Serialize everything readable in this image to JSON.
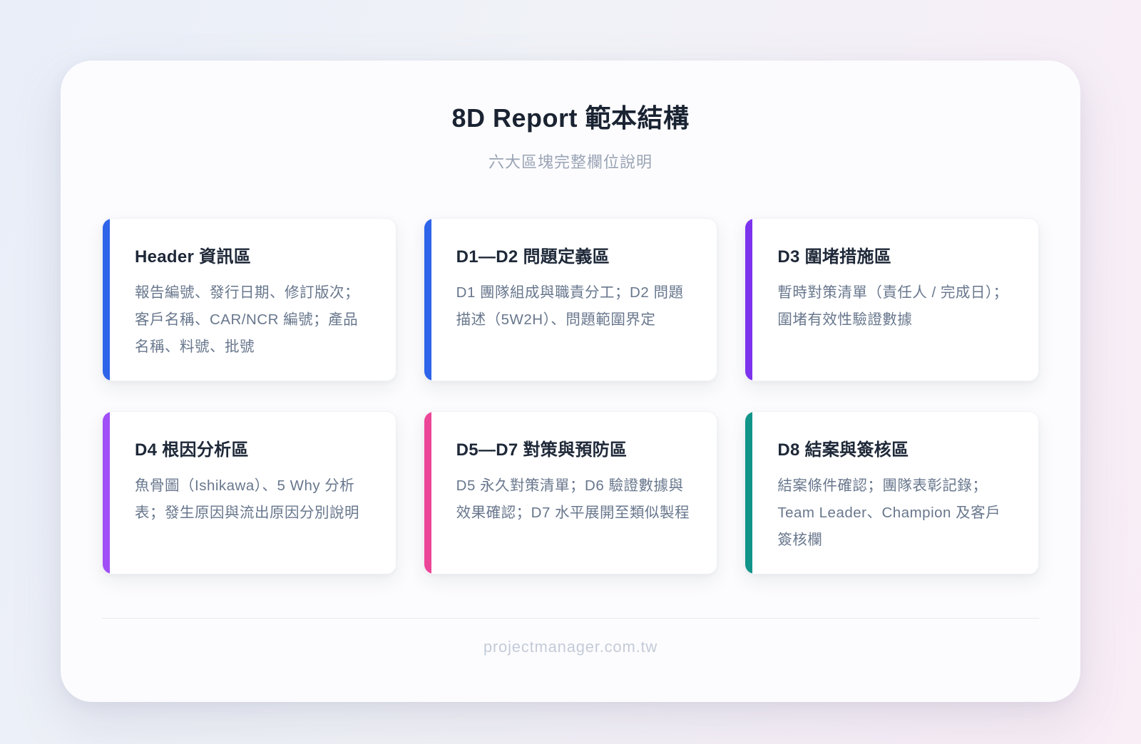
{
  "page": {
    "title": "8D Report 範本結構",
    "subtitle": "六大區塊完整欄位說明",
    "footer": "projectmanager.com.tw"
  },
  "colors": {
    "accent_blue": "#2e64e9",
    "accent_purple": "#7c33ee",
    "accent_violet": "#a04ef6",
    "accent_pink": "#ec4699",
    "accent_teal": "#119489",
    "title_dark": "#1a2332",
    "body_gray": "#68778d"
  },
  "cards": [
    {
      "title": "Header 資訊區",
      "body": "報告編號、發行日期、修訂版次；客戶名稱、CAR/NCR 編號；產品名稱、料號、批號",
      "accent": "#2e64e9"
    },
    {
      "title": "D1—D2 問題定義區",
      "body": "D1 團隊組成與職責分工；D2 問題描述（5W2H）、問題範圍界定",
      "accent": "#2e64e9"
    },
    {
      "title": "D3 圍堵措施區",
      "body": "暫時對策清單（責任人 / 完成日）；圍堵有效性驗證數據",
      "accent": "#7c33ee"
    },
    {
      "title": "D4 根因分析區",
      "body": "魚骨圖（Ishikawa）、5 Why 分析表；發生原因與流出原因分別說明",
      "accent": "#a04ef6"
    },
    {
      "title": "D5—D7 對策與預防區",
      "body": "D5 永久對策清單；D6 驗證數據與效果確認；D7 水平展開至類似製程",
      "accent": "#ec4699"
    },
    {
      "title": "D8 結案與簽核區",
      "body": "結案條件確認；團隊表彰記錄；Team Leader、Champion 及客戶簽核欄",
      "accent": "#119489"
    }
  ]
}
